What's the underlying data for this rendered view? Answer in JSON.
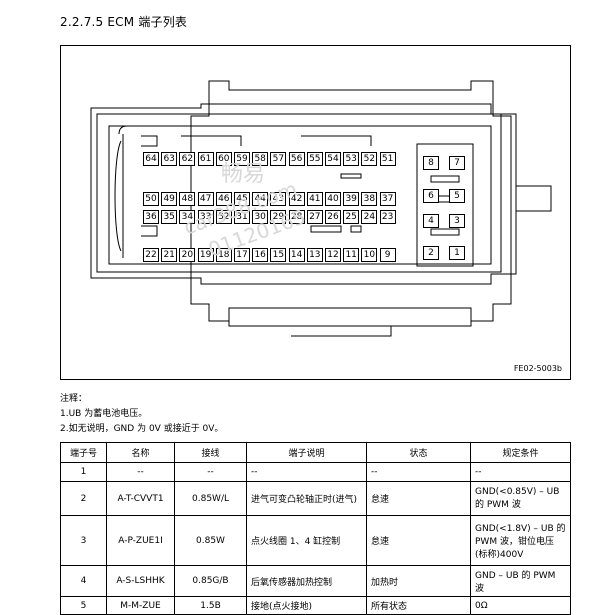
{
  "title": "2.2.7.5 ECM 端子列表",
  "figure": {
    "code": "FE02-5003b",
    "watermark": [
      "畅易",
      "car388.com",
      "01120165"
    ],
    "row_top": [
      "64",
      "63",
      "62",
      "61",
      "60",
      "59",
      "58",
      "57",
      "56",
      "55",
      "54",
      "53",
      "52",
      "51"
    ],
    "row_mid1": [
      "50",
      "49",
      "48",
      "47",
      "46",
      "45",
      "44",
      "43",
      "42",
      "41",
      "40",
      "39",
      "38",
      "37"
    ],
    "row_mid2": [
      "36",
      "35",
      "34",
      "33",
      "32",
      "31",
      "30",
      "29",
      "28",
      "27",
      "26",
      "25",
      "24",
      "23"
    ],
    "row_bottom": [
      "22",
      "21",
      "20",
      "19",
      "18",
      "17",
      "16",
      "15",
      "14",
      "13",
      "12",
      "11",
      "10",
      "9"
    ],
    "right_pins": [
      "8",
      "7",
      "6",
      "5",
      "4",
      "3",
      "2",
      "1"
    ]
  },
  "notes": {
    "heading": "注释：",
    "line1": "1.UB 为蓄电池电压。",
    "line2": "2.如无说明，GND 为 0V 或接近于 0V。"
  },
  "table": {
    "headers": [
      "端子号",
      "名称",
      "接线",
      "端子说明",
      "状态",
      "规定条件"
    ],
    "rows": [
      [
        "1",
        "--",
        "--",
        "--",
        "--",
        "--"
      ],
      [
        "2",
        "A-T-CVVT1",
        "0.85W/L",
        "进气可变凸轮轴正时(进气)",
        "怠速",
        "GND(<0.85V) – UB 的 PWM 波"
      ],
      [
        "3",
        "A-P-ZUE1I",
        "0.85W",
        "点火线圈 1、4 缸控制",
        "怠速",
        "GND(<1.8V) – UB 的 PWM 波，钳位电压(标称)400V"
      ],
      [
        "4",
        "A-S-LSHHK",
        "0.85G/B",
        "后氧传感器加热控制",
        "加热时",
        "GND – UB 的 PWM 波"
      ],
      [
        "5",
        "M-M-ZUE",
        "1.5B",
        "接地(点火接地)",
        "所有状态",
        "0Ω"
      ]
    ]
  }
}
